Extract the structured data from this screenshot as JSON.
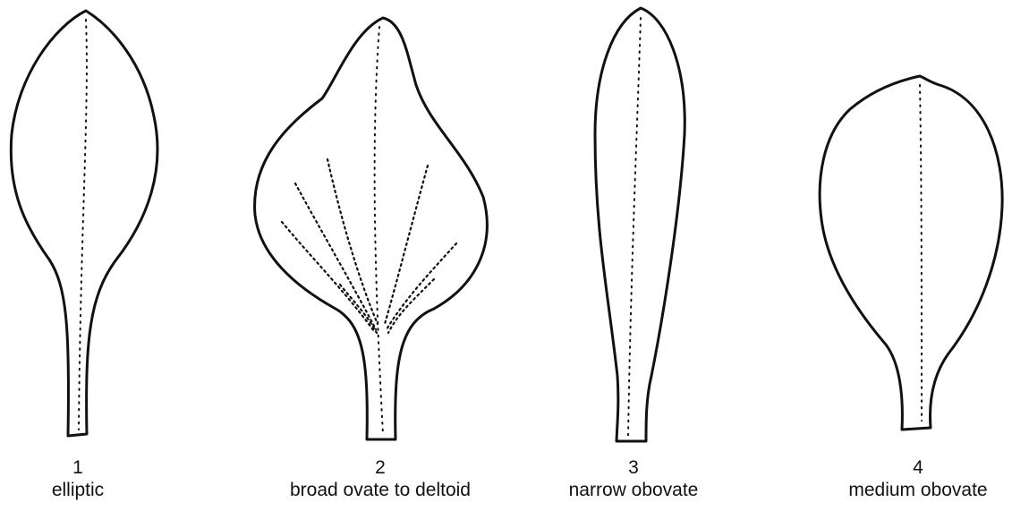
{
  "figure": {
    "leaves": [
      {
        "number": "1",
        "shape": "elliptic"
      },
      {
        "number": "2",
        "shape": "broad ovate to deltoid"
      },
      {
        "number": "3",
        "shape": "narrow obovate"
      },
      {
        "number": "4",
        "shape": "medium obovate"
      }
    ]
  }
}
